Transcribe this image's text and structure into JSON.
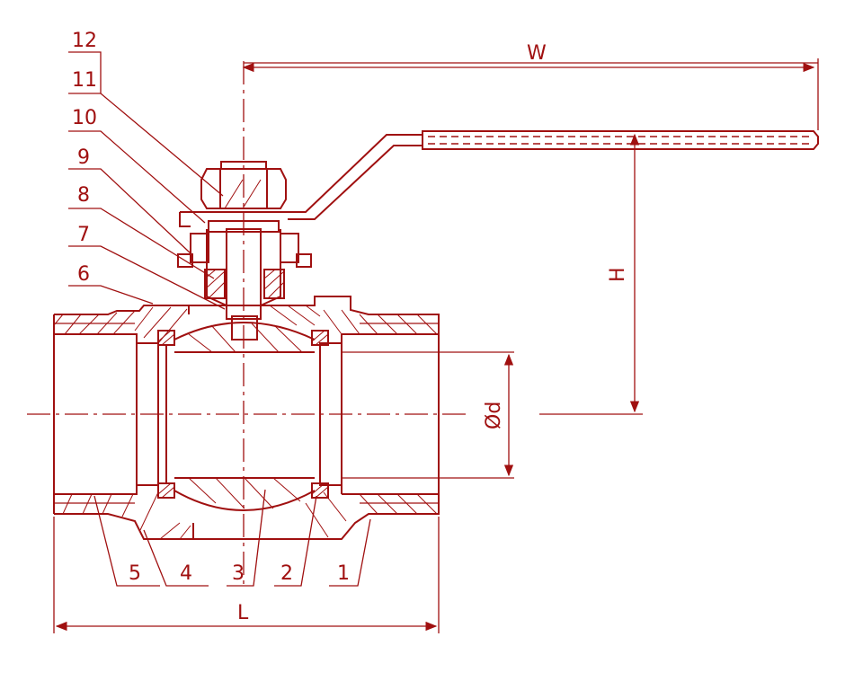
{
  "part_numbers": [
    "1",
    "2",
    "3",
    "4",
    "5",
    "6",
    "7",
    "8",
    "9",
    "10",
    "11",
    "12"
  ],
  "dimensions": {
    "width": "W",
    "height": "H",
    "length": "L",
    "bore": "Ød"
  },
  "colors": {
    "line": "#a01010",
    "background": "#ffffff"
  }
}
